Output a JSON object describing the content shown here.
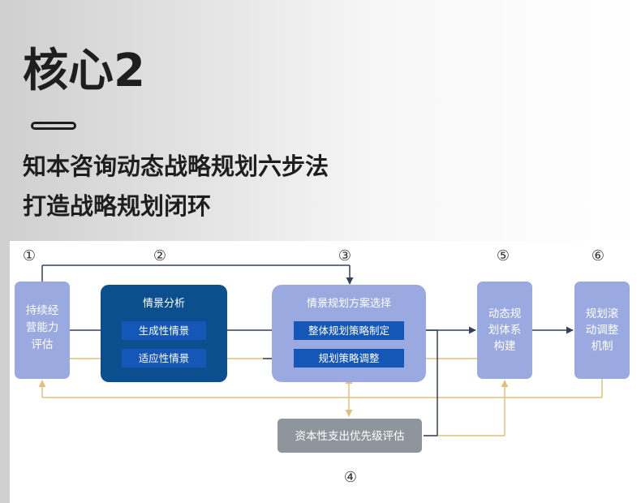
{
  "header": {
    "title": "核心2",
    "subtitle_line1": "知本咨询动态战略规划六步法",
    "subtitle_line2": "打造战略规划闭环"
  },
  "diagram": {
    "step_markers": [
      "①",
      "②",
      "③",
      "④",
      "⑤",
      "⑥"
    ],
    "step1": {
      "line1": "持续经",
      "line2": "营能力",
      "line3": "评估"
    },
    "step2": {
      "title": "情景分析",
      "item1": "生成性情景",
      "item2": "适应性情景"
    },
    "step3": {
      "title": "情景规划方案选择",
      "item1": "整体规划策略制定",
      "item2": "规划策略调整"
    },
    "step4": {
      "label": "资本性支出优先级评估"
    },
    "step5": {
      "line1": "动态规",
      "line2": "划体系",
      "line3": "构建"
    },
    "step6": {
      "line1": "规划滚",
      "line2": "动调整",
      "line3": "机制"
    },
    "colors": {
      "light_box": "#9aa9e0",
      "dark_box": "#0b4f8f",
      "inner_box": "#1557b6",
      "gray_box": "#8f959d",
      "arrow": "#34405a",
      "yellow_line": "#e2c079"
    }
  }
}
